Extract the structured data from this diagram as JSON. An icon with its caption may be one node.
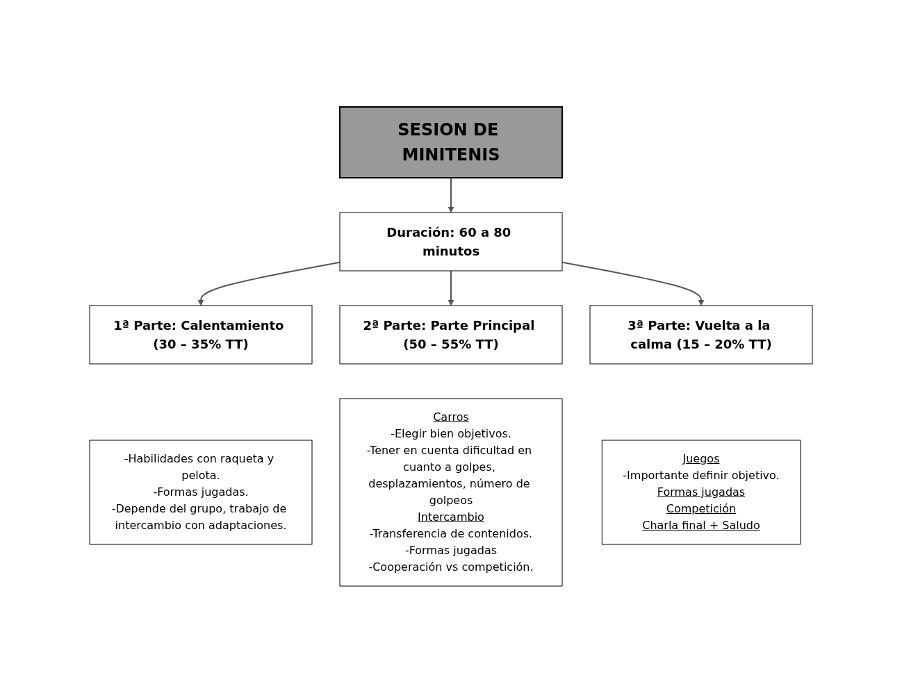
{
  "diagram": {
    "nodes": [
      {
        "text": [
          "SESION DE MINITENIS"
        ]
      },
      {
        "text": [
          "Duración: 60 a 80 minutos"
        ]
      },
      {
        "text": [
          "1ª Parte: Calentamiento (30 – 35% TT)"
        ]
      },
      {
        "text": [
          "2ª Parte: Parte Principal (50 – 55% TT)"
        ]
      },
      {
        "text": [
          "3ª Parte: Vuelta a la calma (15 – 20% TT)"
        ]
      },
      {
        "text": [
          "-Habilidades con raqueta y pelota.",
          "-Formas jugadas.",
          "-Depende del grupo, trabajo de intercambio con adaptaciones."
        ]
      },
      {
        "text": [
          "Carros",
          "-Elegir bien objetivos.",
          "-Tener en cuenta dificultad en cuanto a golpes, desplazamientos, número de golpeos",
          "Intercambio",
          "-Transferencia de contenidos.",
          "-Formas jugadas",
          "-Cooperación vs competición."
        ]
      },
      {
        "text": [
          "Juegos",
          "-Importante definir objetivo.",
          "Formas jugadas",
          "Competición",
          "Charla final + Saludo"
        ]
      }
    ],
    "edges": [
      {
        "from": 0,
        "to": 1,
        "arrow": "to"
      },
      {
        "from": 1,
        "to": 2,
        "arrow": "to"
      },
      {
        "from": 1,
        "to": 3,
        "arrow": "to"
      },
      {
        "from": 1,
        "to": 4,
        "arrow": "to"
      }
    ]
  }
}
